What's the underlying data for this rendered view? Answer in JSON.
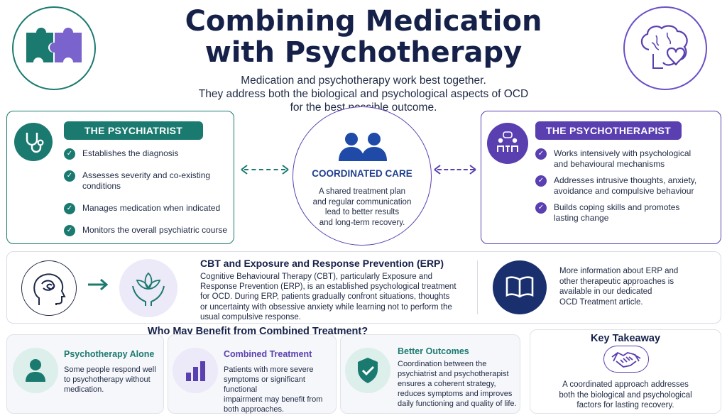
{
  "header": {
    "title_line1": "Combining Medication",
    "title_line2": "with Psychotherapy",
    "subtitle_line1": "Medication and psychotherapy work best together.",
    "subtitle_line2": "They address both the biological and psychological aspects of OCD",
    "subtitle_line3": "for the best possible outcome."
  },
  "psychiatrist": {
    "title": "THE PSYCHIATRIST",
    "icon": "stethoscope-icon",
    "items": [
      "Establishes the diagnosis",
      "Assesses severity and co-existing conditions",
      "Manages medication when indicated",
      "Monitors the overall psychiatric course"
    ]
  },
  "coordinated": {
    "title": "COORDINATED CARE",
    "icon": "people-icon",
    "text_line1": "A shared treatment plan",
    "text_line2": "and regular communication",
    "text_line3": "lead to better results",
    "text_line4": "and long-term recovery."
  },
  "psychotherapist": {
    "title": "THE PSYCHOTHERAPIST",
    "icon": "therapy-session-icon",
    "items": [
      {
        "l1": "Works intensively with psychological",
        "l2": "and behavioural mechanisms"
      },
      {
        "l1": "Addresses intrusive thoughts, anxiety,",
        "l2": "avoidance and compulsive behaviour"
      },
      {
        "l1": "Builds coping skills and promotes",
        "l2": "lasting change"
      }
    ]
  },
  "erp": {
    "title": "CBT and Exposure and Response Prevention (ERP)",
    "lines": [
      "Cognitive Behavioural Therapy (CBT), particularly Exposure and",
      "Response Prevention (ERP), is an established psychological treatment",
      "for OCD. During ERP, patients gradually confront situations, thoughts",
      "or uncertainty with obsessive anxiety while learning not to perform the",
      "usual compulsive response."
    ],
    "info_lines": [
      "More information about ERP and",
      "other therapeutic approaches is",
      "available in our dedicated",
      "OCD Treatment article."
    ]
  },
  "benefit": {
    "heading": "Who May Benefit from Combined Treatment?",
    "cards": [
      {
        "title": "Psychotherapy Alone",
        "lines": [
          "Some people respond well",
          "to psychotherapy without",
          "medication."
        ]
      },
      {
        "title": "Combined Treatment",
        "lines": [
          "Patients with more severe",
          "symptoms or significant functional",
          "impairment may benefit from",
          "both approaches."
        ]
      },
      {
        "title": "Better Outcomes",
        "lines": [
          "Coordination between the",
          "psychiatrist and psychotherapist",
          "ensures a coherent strategy,",
          "reduces symptoms and improves",
          "daily functioning and quality of life."
        ]
      }
    ]
  },
  "takeaway": {
    "title": "Key Takeaway",
    "lines": [
      "A coordinated approach addresses",
      "both the biological and psychological",
      "factors for lasting recovery."
    ]
  },
  "colors": {
    "navy": "#16214a",
    "teal": "#1b7a6f",
    "purple": "#5a3fb0",
    "lavender": "#ece9f8"
  }
}
